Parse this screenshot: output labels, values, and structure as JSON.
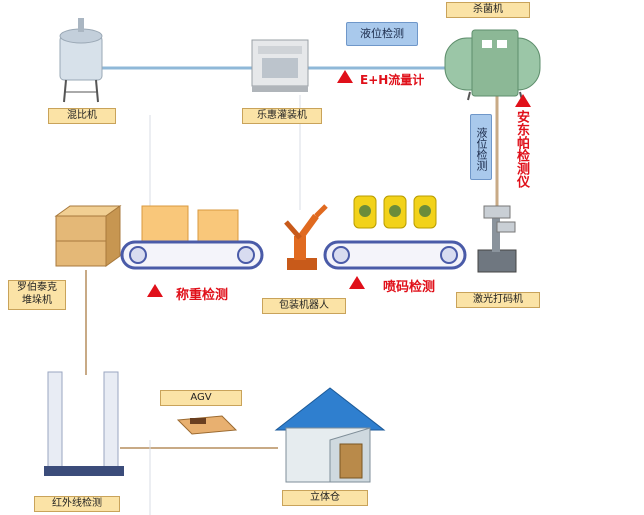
{
  "labels": {
    "mixer": "混比机",
    "filler": "乐惠灌装机",
    "sterilizer": "杀菌机",
    "palletizer": "罗伯泰克\n堆垛机",
    "packer": "包装机器人",
    "laser": "激光打码机",
    "infrared": "红外线检测",
    "warehouse": "立体仓",
    "agv": "AGV"
  },
  "annotations": {
    "level_top": "液位检测",
    "level_vertical": "液位检测",
    "flowmeter": "E+H流量计",
    "andon": "安东帕检测仪",
    "weigh": "称重检测",
    "code": "喷码检测"
  },
  "colors": {
    "label_fill": "#fbe3a6",
    "blue_fill": "#a9c9ec",
    "alert_red": "#e0101a",
    "pipe": "#8fb8d8"
  },
  "icons": {
    "warning": "warning-triangle-icon",
    "bottle": "bottle-icon"
  }
}
